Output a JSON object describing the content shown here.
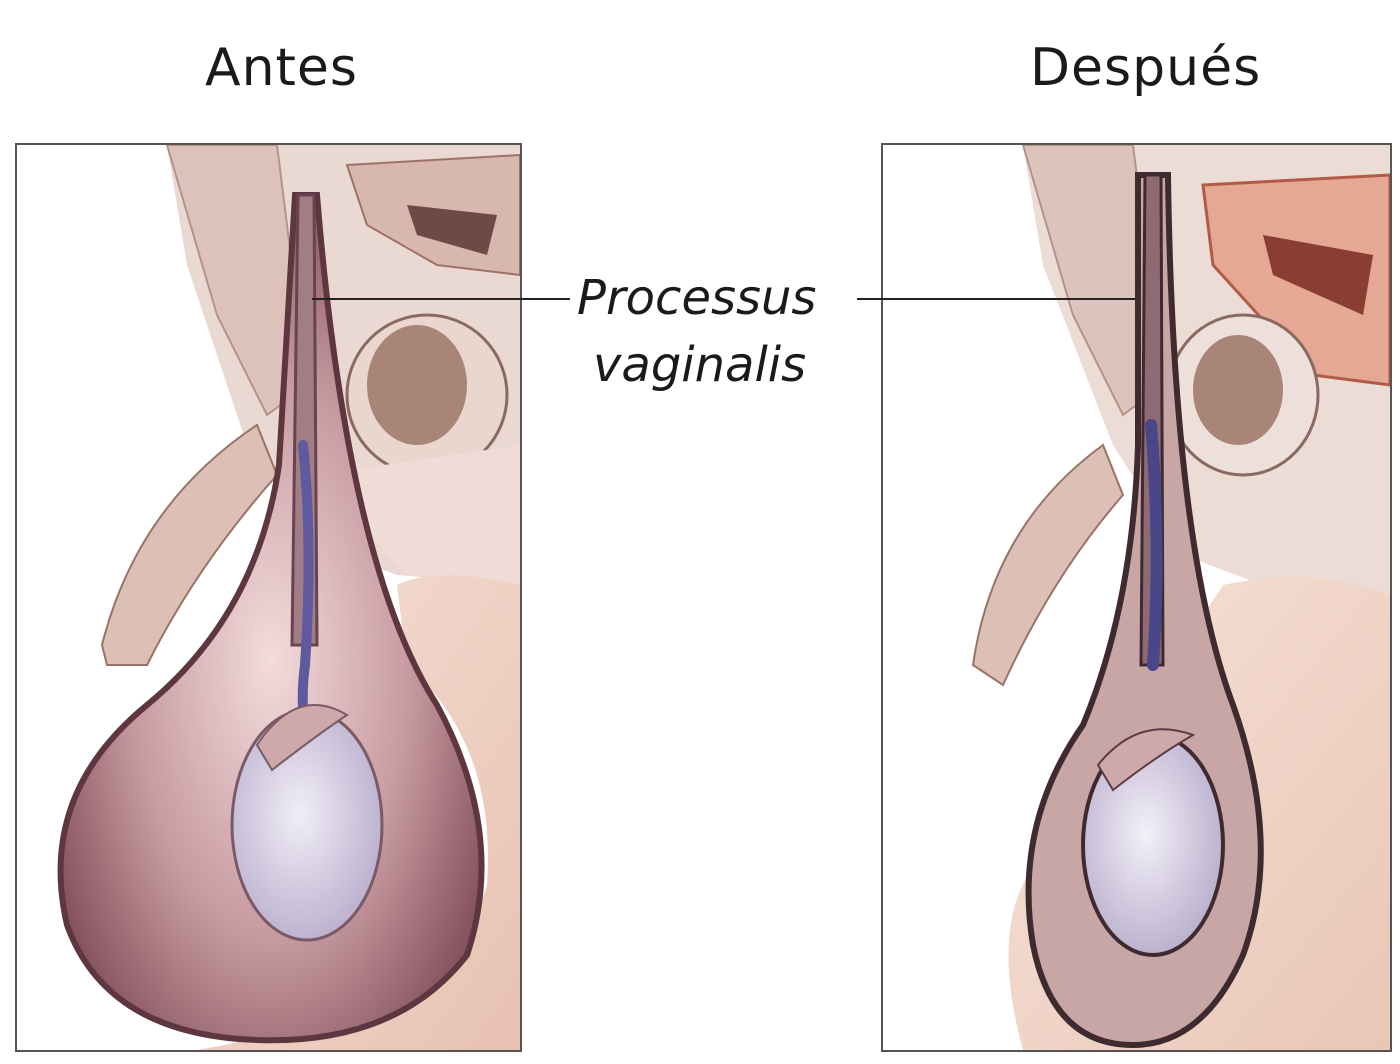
{
  "titles": {
    "before": "Antes",
    "after": "Después"
  },
  "label": {
    "line1": "Processus",
    "line2": "vaginalis"
  },
  "colors": {
    "tissue_pink": "#e8d6d2",
    "fat_tissue": "#d9c0b6",
    "skin": "#f2d7cc",
    "sac_dark": "#7a4b55",
    "sac_fluid": "#b88a90",
    "testis": "#d9d2e6",
    "vessel": "#5d5a9e",
    "bowel": "#c98a78"
  }
}
